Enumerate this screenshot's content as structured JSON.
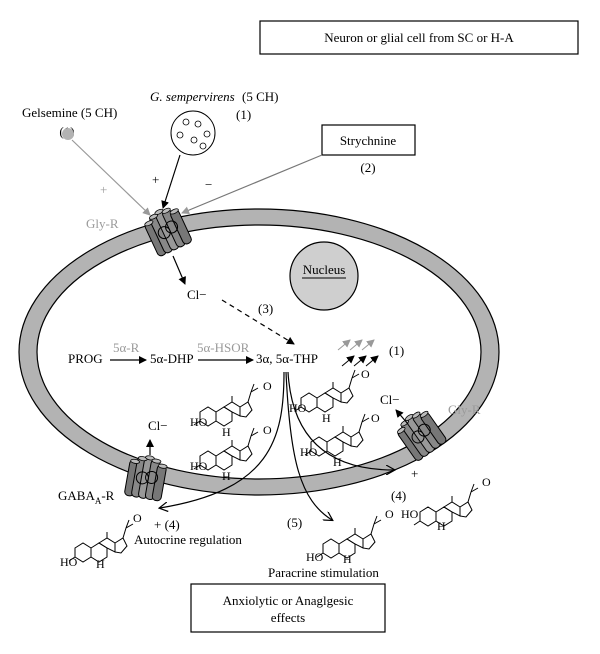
{
  "header": {
    "title": "Neuron or glial cell from SC or H-A"
  },
  "top": {
    "gelsemine": "Gelsemine (5 CH)",
    "gelsemine_num": "(1)",
    "sempervirens_species": "G. sempervirens",
    "sempervirens_dose": "(5 CH)",
    "sempervirens_num": "(1)",
    "strychnine": "Strychnine",
    "strychnine_num": "(2)",
    "plus_gelsemine": "+",
    "plus_sempervirens": "+",
    "minus_strychnine": "−",
    "glyr_top": "Gly-R"
  },
  "cell": {
    "nucleus": "Nucleus",
    "cl_top": "Cl−",
    "step3": "(3)",
    "prog": "PROG",
    "enzyme1": "5α-R",
    "dhp": "5α-DHP",
    "enzyme2": "5α-HSOR",
    "thp": "3α, 5α-THP",
    "increase_num": "(1)",
    "cl_right": "Cl−",
    "glyr_right": "Gly-R",
    "cl_left": "Cl−",
    "gaba": "GABA",
    "gaba_sub": "A",
    "gaba_suffix": "-R"
  },
  "bottom": {
    "autocrine_marker": "+ (4)",
    "autocrine": "Autocrine regulation",
    "paracrine_num": "(5)",
    "paracrine": "Paracrine stimulation",
    "right_plus": "+",
    "right_num": "(4)",
    "effects_line1": "Anxiolytic or Anaglgesic",
    "effects_line2": "effects"
  },
  "steroid_labels": {
    "ho": "HO",
    "h": "H",
    "o": "O"
  },
  "colors": {
    "membrane": "#b3b3b3",
    "nucleus": "#cfcfcf",
    "channel_fill": "#7a7a7a",
    "channel_light": "#aaaaaa",
    "gray_text": "#9a9a9a"
  }
}
